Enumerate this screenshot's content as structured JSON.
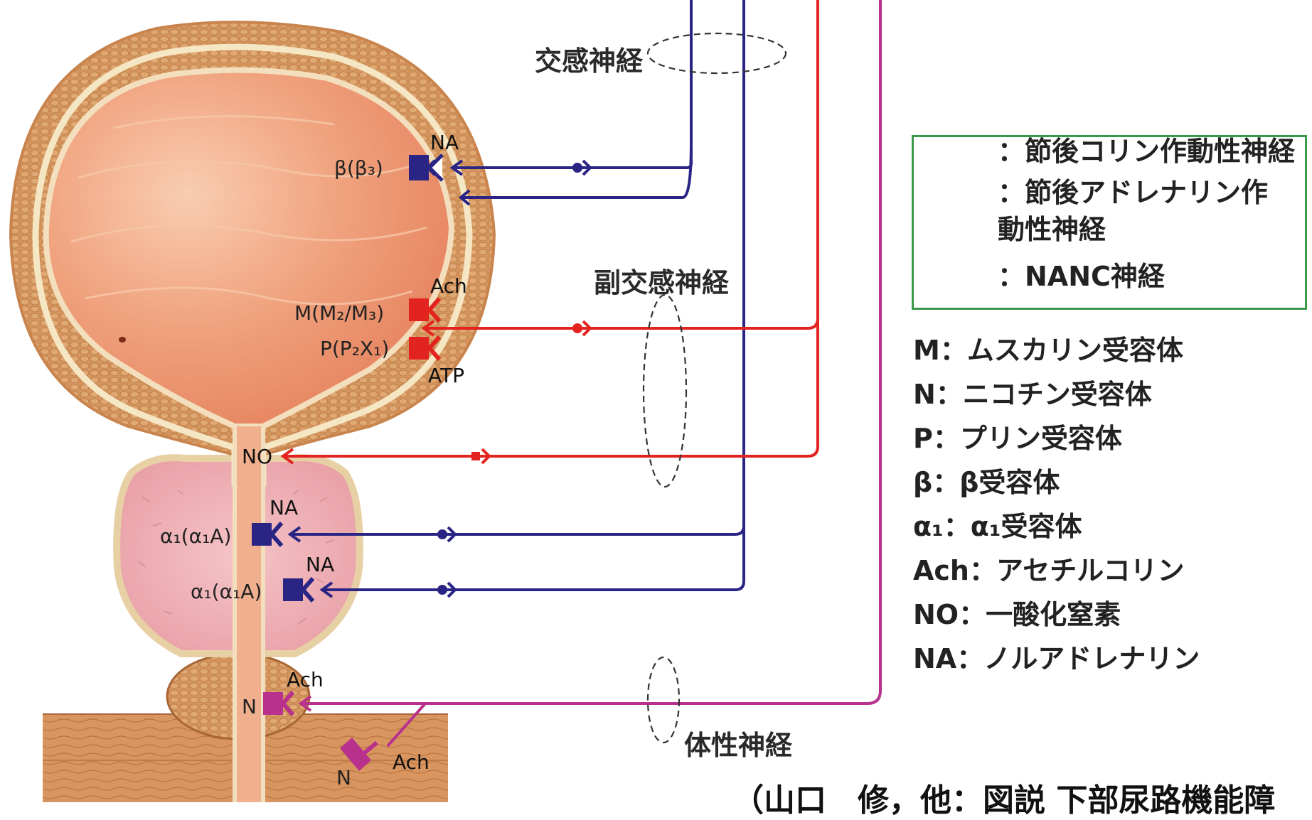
{
  "nerves": {
    "sympathetic": "交感神経",
    "parasympathetic": "副交感神経",
    "somatic": "体性神経"
  },
  "receptors": {
    "beta": "β(β₃)",
    "muscarinic": "M(M₂/M₃)",
    "purine": "P(P₂X₁)",
    "alpha1_upper": "α₁(α₁A)",
    "alpha1_lower": "α₁(α₁A)",
    "nicotinic_upper": "N",
    "nicotinic_lower": "N"
  },
  "transmitters": {
    "na_beta": "NA",
    "ach_m": "Ach",
    "atp": "ATP",
    "no": "NO",
    "na_alpha_upper": "NA",
    "na_alpha_lower": "NA",
    "ach_n_upper": "Ach",
    "ach_n_lower": "Ach"
  },
  "legend": {
    "cholinergic": "：節後コリン作動性神経",
    "adrenergic": "：節後アドレナリン作動性神経",
    "nanc": "：NANC神経"
  },
  "abbreviations": [
    "M：ムスカリン受容体",
    "N：ニコチン受容体",
    "P：プリン受容体",
    "β：β受容体",
    "α₁：α₁受容体",
    "Ach：アセチルコリン",
    "NO：一酸化窒素",
    "NA：ノルアドレナリン"
  ],
  "citation": "（山口　修，他：図説 下部尿路機能障",
  "colors": {
    "cholinergic": "#e3231f",
    "adrenergic": "#2a2585",
    "somatic": "#b8318c",
    "legend_border": "#3a9a4a"
  }
}
